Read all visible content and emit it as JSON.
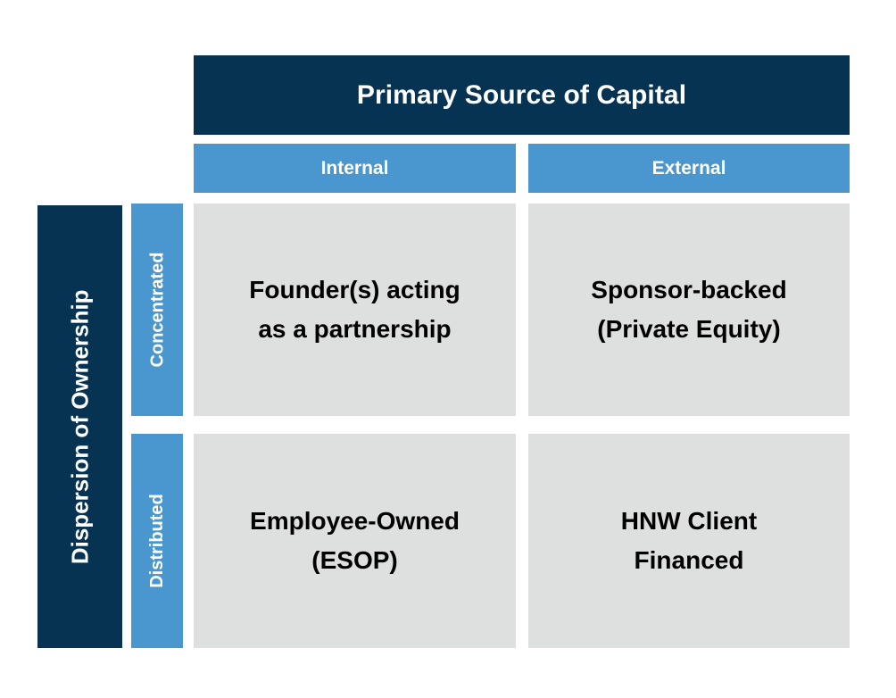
{
  "matrix": {
    "column_axis": {
      "title": "Primary Source of Capital",
      "headers": [
        {
          "label": "Internal"
        },
        {
          "label": "External"
        }
      ]
    },
    "row_axis": {
      "title": "Dispersion of Ownership",
      "headers": [
        {
          "label": "Concentrated"
        },
        {
          "label": "Distributed"
        }
      ]
    },
    "cells": [
      {
        "label": "Founder(s) acting\nas a partnership"
      },
      {
        "label": "Sponsor-backed\n(Private Equity)"
      },
      {
        "label": "Employee-Owned\n(ESOP)"
      },
      {
        "label": "HNW Client\nFinanced"
      }
    ]
  },
  "colors": {
    "navy": "#073352",
    "blue": "#4A96CE",
    "cell_gray": "#DEDFDF",
    "background": "#FFFFFF",
    "header_text": "#FFFFFF",
    "cell_text": "#000000"
  }
}
